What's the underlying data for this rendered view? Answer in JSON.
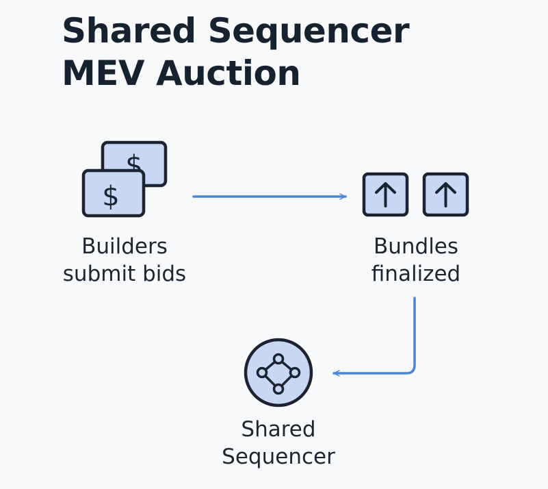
{
  "title": {
    "line1": "Shared Sequencer",
    "line2": "MEV Auction"
  },
  "nodes": {
    "builders": {
      "icon": "dollar-bills-icon",
      "label_line1": "Builders",
      "label_line2": "submit bids"
    },
    "bundles": {
      "icon": "up-arrow-boxes-icon",
      "label_line1": "Bundles",
      "label_line2": "finalized"
    },
    "sequencer": {
      "icon": "network-node-icon",
      "label_line1": "Shared",
      "label_line2": "Sequencer"
    }
  },
  "colors": {
    "icon_fill": "#c9d7f5",
    "icon_stroke": "#1c2330",
    "arrow": "#4a86d8",
    "background": "#f8f9fb"
  }
}
